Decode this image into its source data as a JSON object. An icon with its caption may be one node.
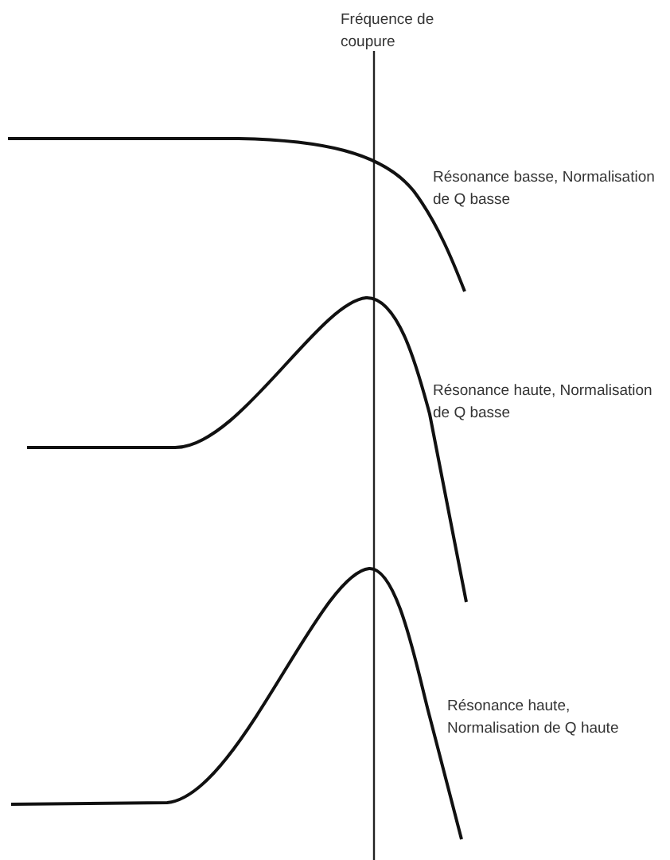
{
  "diagram": {
    "labels": [
      "Fréquence de coupure",
      "Résonance basse, Normalisation de Q basse",
      "Résonance haute, Normalisation de Q basse",
      "Résonance haute, Normalisation de Q haute"
    ]
  }
}
